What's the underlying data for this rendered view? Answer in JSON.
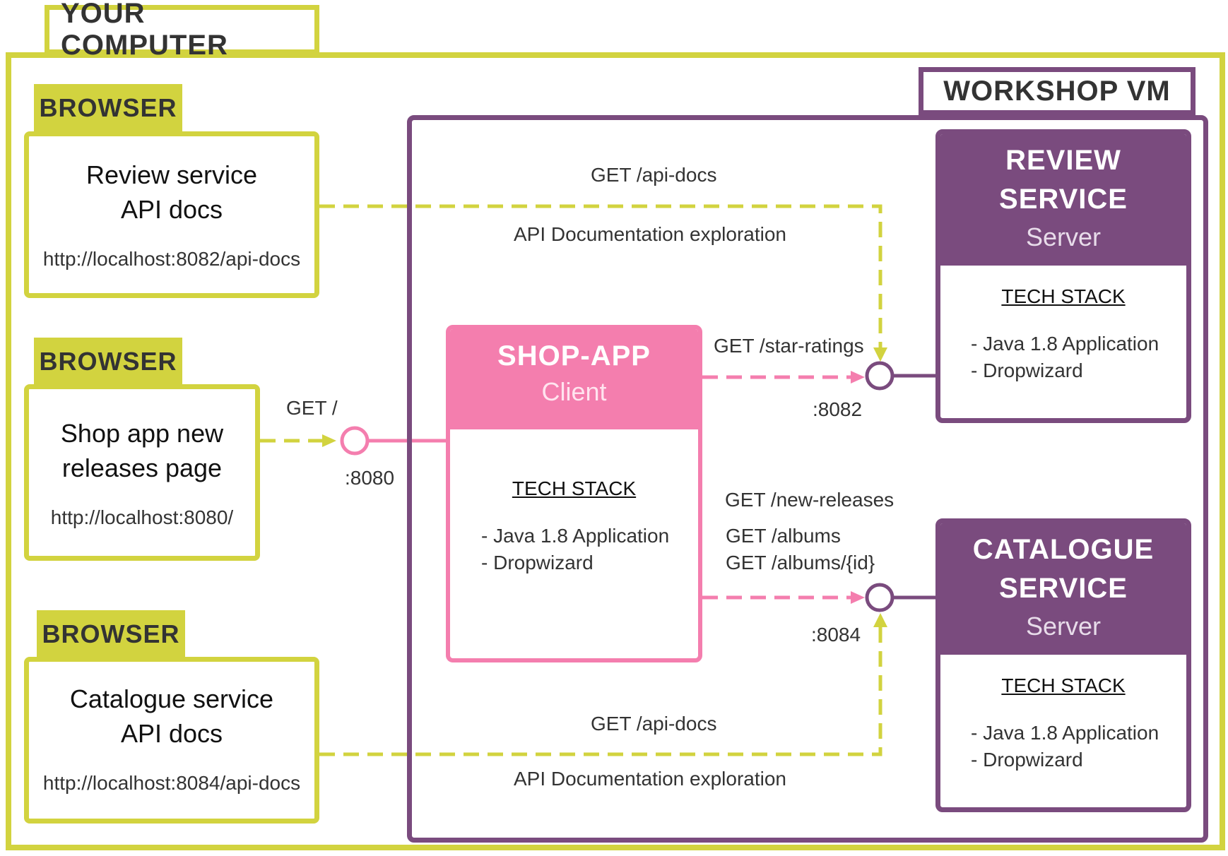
{
  "computer": {
    "title": "YOUR COMPUTER"
  },
  "vm": {
    "title": "WORKSHOP VM"
  },
  "browsers": [
    {
      "tab": "BROWSER",
      "line1": "Review service",
      "line2": "API docs",
      "url": "http://localhost:8082/api-docs"
    },
    {
      "tab": "BROWSER",
      "line1": "Shop app new",
      "line2": "releases page",
      "url": "http://localhost:8080/"
    },
    {
      "tab": "BROWSER",
      "line1": "Catalogue service",
      "line2": "API docs",
      "url": "http://localhost:8084/api-docs"
    }
  ],
  "shop_app": {
    "name": "SHOP-APP",
    "role": "Client",
    "stack_title": "TECH STACK",
    "stack": [
      "- Java 1.8 Application",
      "- Dropwizard"
    ]
  },
  "review_service": {
    "name1": "REVIEW",
    "name2": "SERVICE",
    "role": "Server",
    "stack_title": "TECH STACK",
    "stack": [
      "- Java 1.8 Application",
      "- Dropwizard"
    ]
  },
  "catalogue_service": {
    "name1": "CATALOGUE",
    "name2": "SERVICE",
    "role": "Server",
    "stack_title": "TECH STACK",
    "stack": [
      "- Java 1.8 Application",
      "- Dropwizard"
    ]
  },
  "labels": {
    "review_api_docs": "GET /api-docs",
    "review_api_exploration": "API Documentation exploration",
    "star_ratings": "GET /star-ratings",
    "port_8082": ":8082",
    "get_root": "GET /",
    "port_8080": ":8080",
    "new_releases": "GET /new-releases",
    "albums": "GET /albums",
    "albums_id": "GET /albums/{id}",
    "port_8084": ":8084",
    "catalogue_api_docs": "GET /api-docs",
    "catalogue_api_exploration": "API Documentation exploration"
  },
  "colors": {
    "computer": "#d2d33f",
    "vm": "#7a4b7e",
    "shop": "#f47eae"
  }
}
